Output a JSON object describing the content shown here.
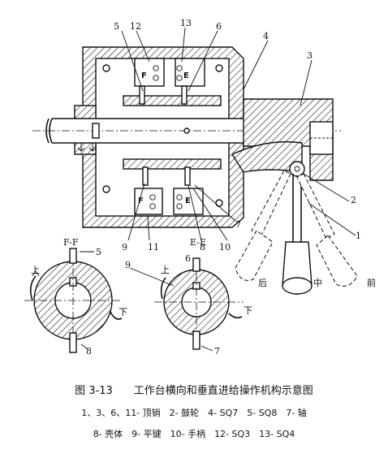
{
  "figure": {
    "caption": "图 3-13　　工作台横向和垂直进给操作机构示意图",
    "legend_line1": "1、3、6、11- 顶销　2- 鼓轮　4- SQ7　5- SQ8　7- 轴",
    "legend_line2": "8- 壳体　9- 平键　10- 手柄　12- SQ3　13- SQ4"
  },
  "labels": {
    "n1": "1",
    "n2": "2",
    "n3": "3",
    "n4": "4",
    "n5": "5",
    "n6": "6",
    "n7": "7",
    "n8": "8",
    "n9": "9",
    "n10": "10",
    "n11": "11",
    "n12": "12",
    "n13": "13",
    "switch_f": "F",
    "switch_e": "E",
    "section_ff": "F-F",
    "section_ee": "E-E",
    "ff_5": "5",
    "ff_9": "9",
    "ff_8": "8",
    "ee_6": "6",
    "ee_7": "7",
    "up_left": "上",
    "down_left": "下",
    "up_right": "上",
    "down_right": "下",
    "pos_back": "后",
    "pos_mid": "中",
    "pos_front": "前"
  },
  "colors": {
    "ink": "#111111",
    "paper": "#ffffff"
  }
}
